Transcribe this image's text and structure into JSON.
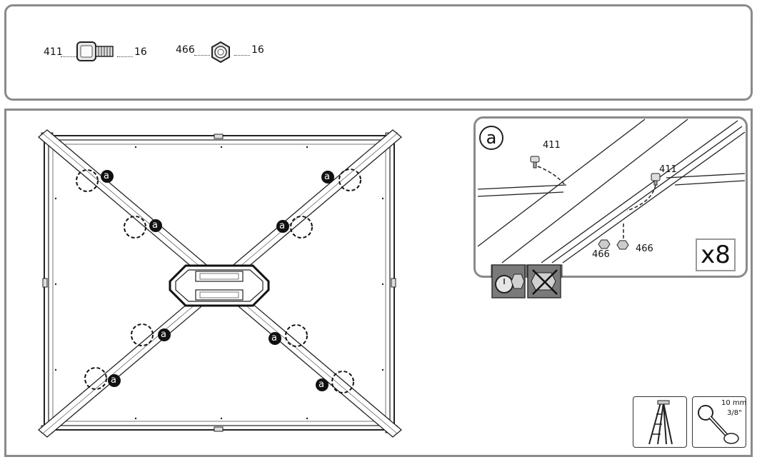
{
  "parts": [
    {
      "id": "411",
      "qty": "16",
      "icon": "bolt-icon"
    },
    {
      "id": "466",
      "qty": "16",
      "icon": "nut-icon"
    }
  ],
  "detail": {
    "marker": "a",
    "bolt_label_1": "411",
    "bolt_label_2": "411",
    "nut_label_1": "466",
    "nut_label_2": "466",
    "multiplier": "x8"
  },
  "callout_marker": "a",
  "tools": {
    "wrench_size_metric": "10 mm",
    "wrench_size_imperial": "3/8\""
  },
  "colors": {
    "panel_border": "#8a8a8a",
    "line": "#222222"
  }
}
